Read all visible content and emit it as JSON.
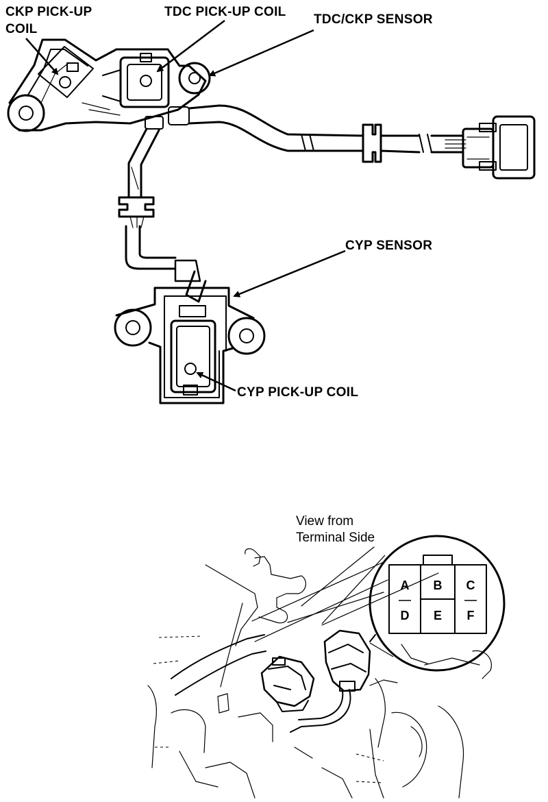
{
  "labels": {
    "ckp_coil_line1": "CKP PICK-UP",
    "ckp_coil_line2": "COIL",
    "tdc_coil": "TDC PICK-UP COIL",
    "tdc_ckp_sensor": "TDC/CKP SENSOR",
    "cyp_sensor": "CYP SENSOR",
    "cyp_coil": "CYP PICK-UP COIL",
    "view_line1": "View from",
    "view_line2": "Terminal Side"
  },
  "connector_pins": {
    "top_row": [
      "A",
      "B",
      "C"
    ],
    "bottom_row": [
      "D",
      "E",
      "F"
    ]
  }
}
